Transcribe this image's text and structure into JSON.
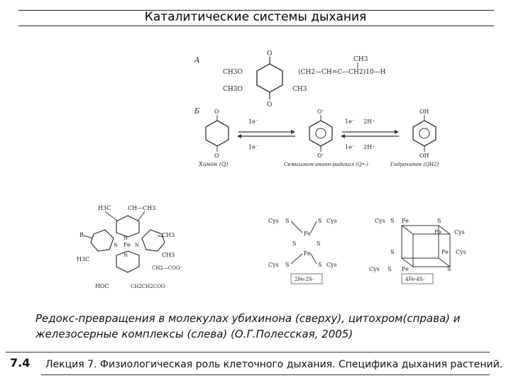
{
  "header": {
    "title": "Каталитические системы дыхания"
  },
  "figure_top": {
    "panel_a": "А",
    "panel_b": "Б",
    "a_och3_1": "CH3O",
    "a_och3_2": "CH3O",
    "a_ch3_ring": "CH3",
    "a_ch3_top": "CH3",
    "a_chain": "(CH2—CH=C—CH2)10—H",
    "quinone_label": "Хинон (Q)",
    "semiquinone_label": "Семихинон-анион-радикал (Q•-)",
    "hydroquinone_label": "Гидрохинон (QH2)",
    "e_top_1": "1e⁻",
    "e_bot_1": "1e⁻",
    "e_top_2": "1e⁻",
    "h_top_2": "2H⁺",
    "e_bot_2": "1e⁻",
    "h_bot_2": "2H⁺",
    "o_label": "O",
    "o_minus": "O⁻",
    "oh_label": "OH"
  },
  "figure_heme": {
    "h3c_top": "H3C",
    "ch_ch3": "CH—CH3",
    "r_label": "R",
    "fe_label": "Fe",
    "n_label": "N",
    "ch3_right": "CH3",
    "h3c_left": "H3C",
    "ch3_right2": "CH3",
    "ch2coo": "CH2—COO⁻",
    "hoc": "HOC",
    "ch2ch2coo": "CH2CH2COO⁻"
  },
  "figure_fes": {
    "cys": "Cys",
    "s": "S",
    "fe": "Fe",
    "label_2fe": "2Fe-2S-",
    "label_4fe": "4Fe-4S-"
  },
  "caption": {
    "line1": "Редокс-превращения в молекулах убихинона (сверху),  цитохром(справа) и",
    "line2": "железосерные комплексы (слева) (О.Г.Полесская, 2005)"
  },
  "footer": {
    "page_number": "7.4",
    "text": "Лекция 7. Физиологическая роль клеточного дыхания. Специфика дыхания растений."
  }
}
